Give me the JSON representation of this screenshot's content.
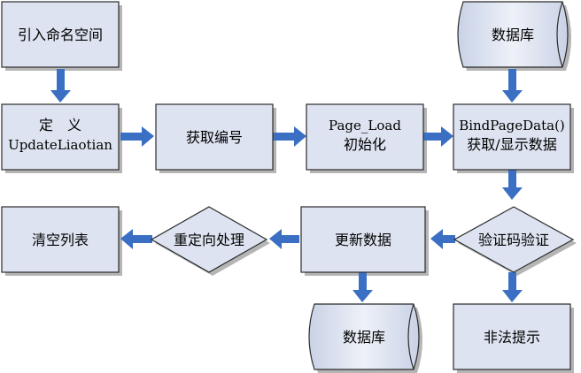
{
  "colors": {
    "node_fill": "#dde3f0",
    "node_stroke": "#2b2b2b",
    "arrow": "#3a6fc4",
    "shadow": "#b5b5b5"
  },
  "nodes": {
    "import_namespace": "引入命名空间",
    "define_update_line1": "定　义",
    "define_update_line2": "UpdateLiaotian",
    "get_id": "获取编号",
    "page_load_line1": "Page_Load",
    "page_load_line2": "初始化",
    "bind_page_line1": "BindPageData()",
    "bind_page_line2": "获取/显示数据",
    "database_top": "数据库",
    "captcha_check": "验证码验证",
    "update_data": "更新数据",
    "redirect": "重定向处理",
    "clear_list": "清空列表",
    "database_bottom": "数据库",
    "illegal_hint": "非法提示"
  }
}
